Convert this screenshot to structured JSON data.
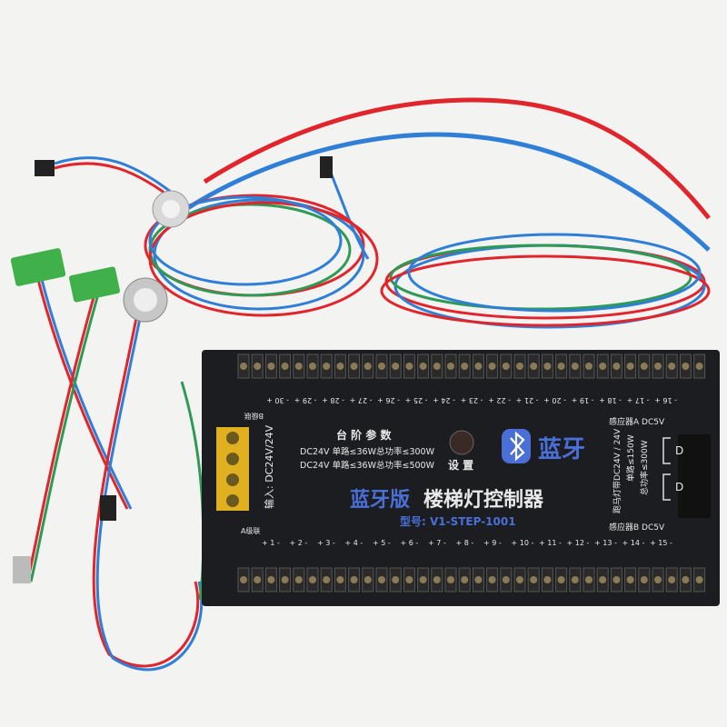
{
  "board": {
    "params_title": "台 阶 参 数",
    "spec_line_1": "DC24V 单路≤36W总功率≤300W",
    "spec_line_2": "DC24V 单路≤36W总功率≤500W",
    "setup_label": "设 置",
    "brand_text": "蓝牙",
    "product_name_blue": "蓝牙版",
    "product_name_white": "楼梯灯控制器",
    "model": "型号: V1-STEP-1001",
    "input_label": "输入: DC24V/24V",
    "cascade_a": "A级联",
    "cascade_b": "B级联",
    "sensor_a": "感应器A DC5V",
    "sensor_b": "感应器B DC5V",
    "strip_spec_1": "跑马灯带DC24V / 24V",
    "strip_spec_2": "单路≤150W",
    "strip_spec_3": "总功率≤300W",
    "d_label": "D",
    "bottom_channels": [
      "1",
      "2",
      "3",
      "4",
      "5",
      "6",
      "7",
      "8",
      "9",
      "10",
      "11",
      "12",
      "13",
      "14",
      "15"
    ],
    "top_channels": [
      "30",
      "29",
      "28",
      "27",
      "26",
      "25",
      "24",
      "23",
      "22",
      "21",
      "20",
      "19",
      "18",
      "17",
      "16"
    ]
  },
  "colors": {
    "board": "#1c1d20",
    "brand_blue": "#4a6fd6",
    "terminal_yellow": "#e0b020",
    "wire_red": "#e0252c",
    "wire_blue": "#2f7fd6",
    "wire_green": "#2f9a55",
    "connector_green": "#3fb04a"
  },
  "icons": [
    "bluetooth-icon",
    "pir-sensor-icon"
  ]
}
